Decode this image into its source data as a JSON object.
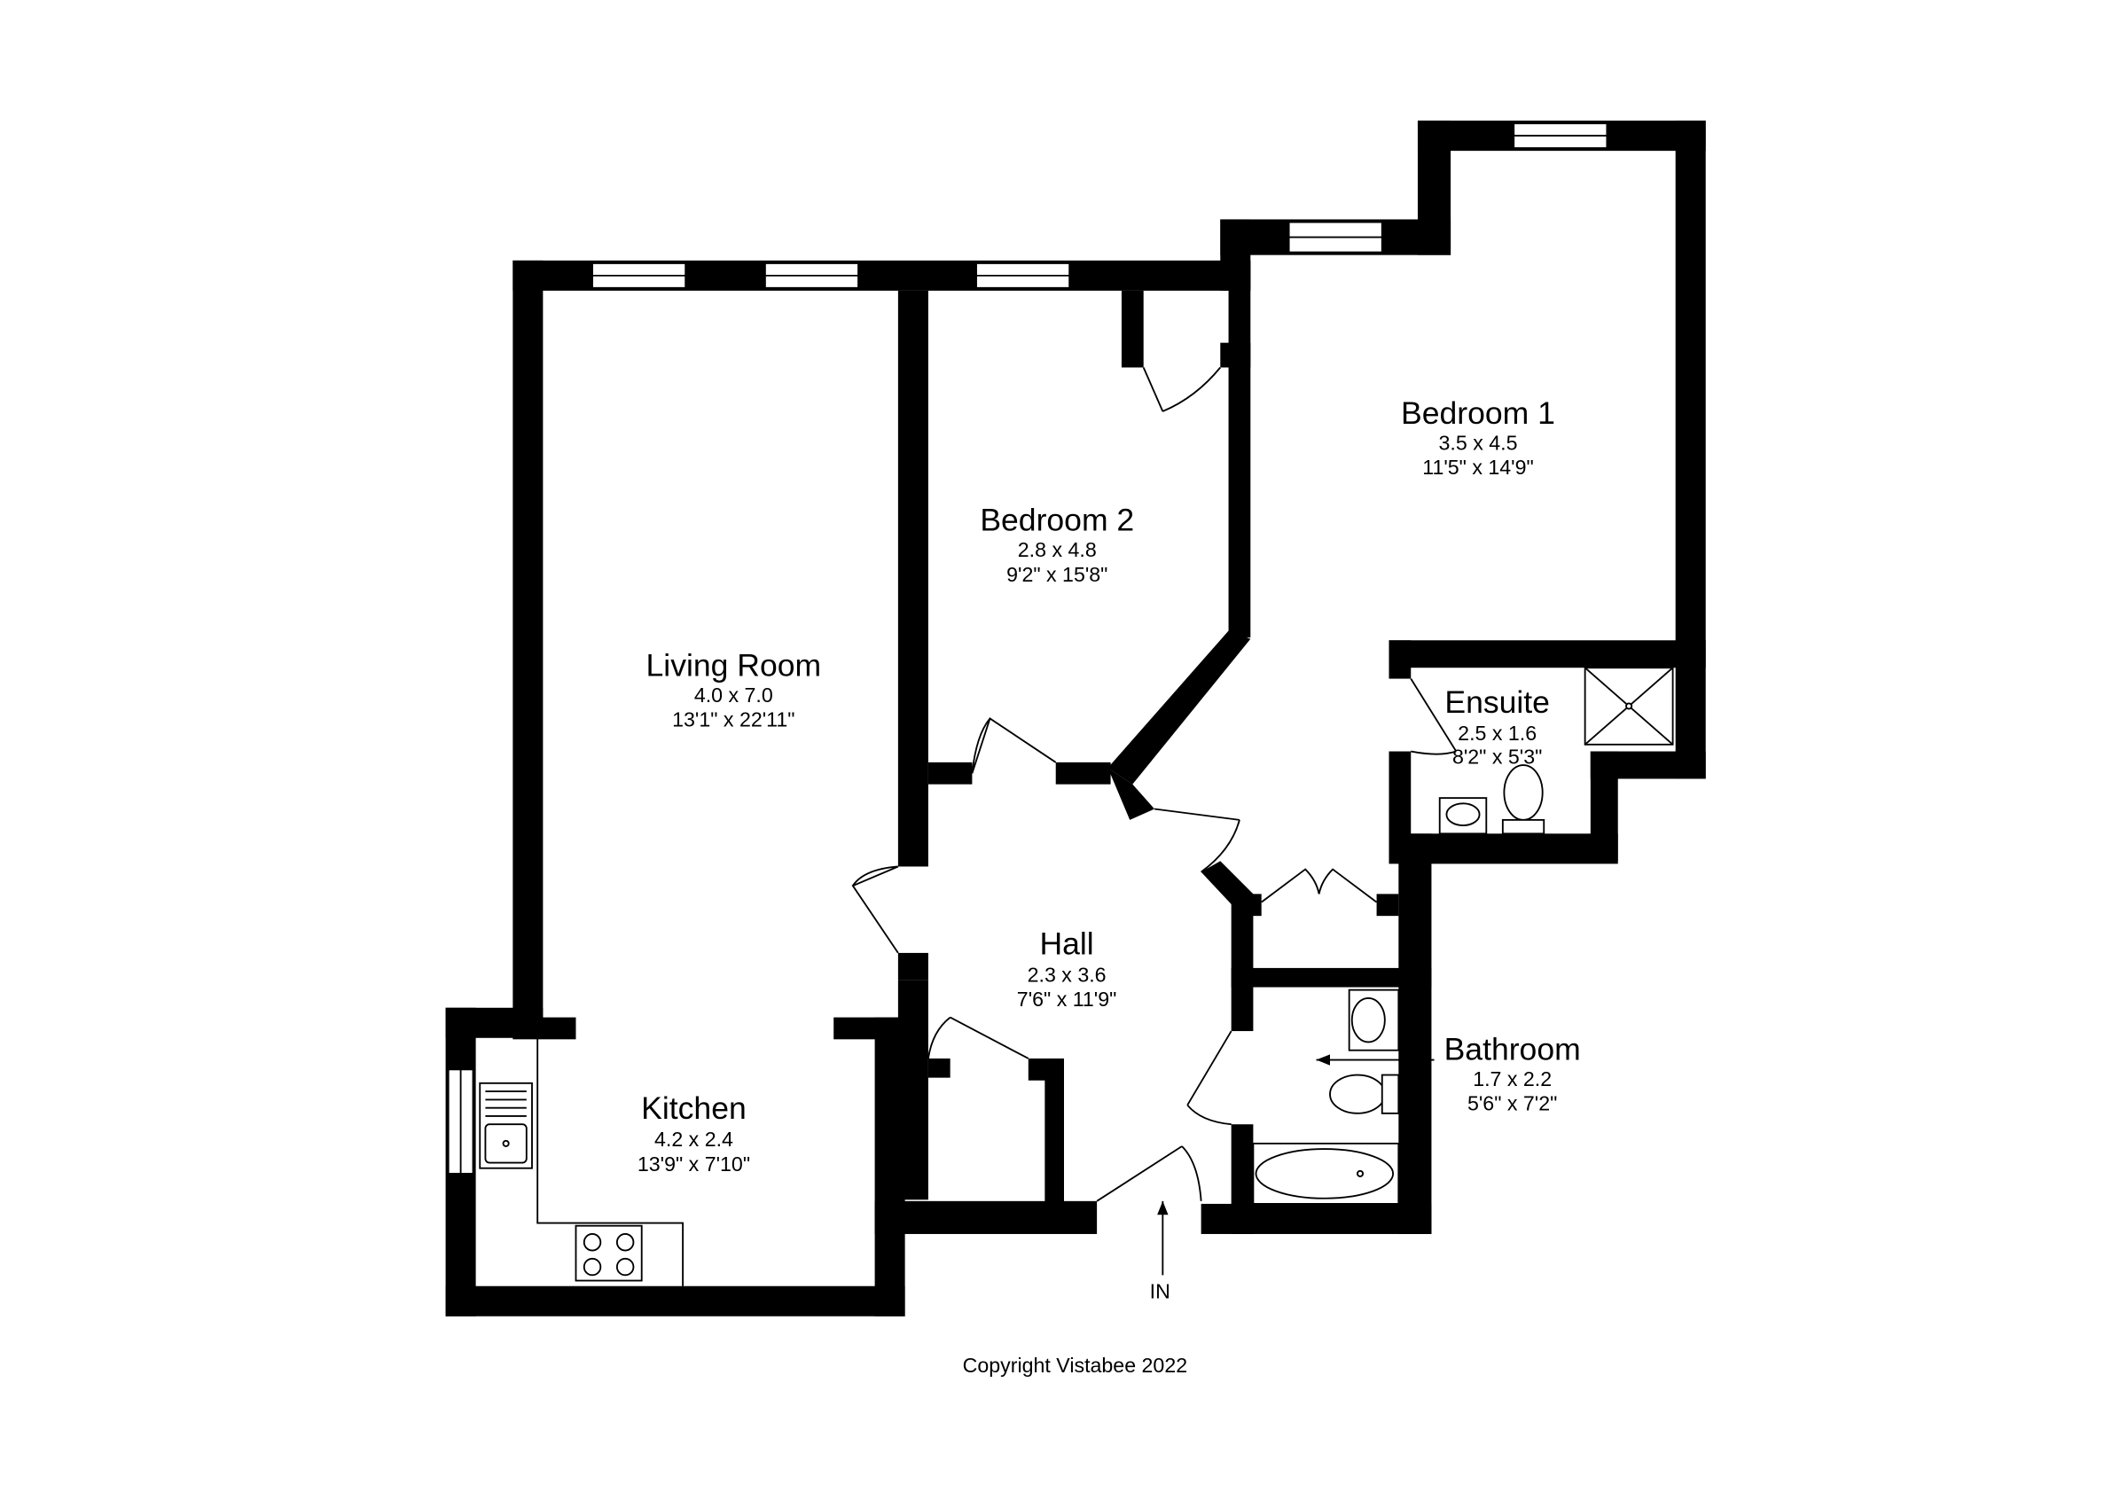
{
  "rooms": {
    "living_room": {
      "name": "Living Room",
      "metric": "4.0 x 7.0",
      "imperial": "13'1\" x 22'11\""
    },
    "bedroom_2": {
      "name": "Bedroom 2",
      "metric": "2.8 x 4.8",
      "imperial": "9'2\" x 15'8\""
    },
    "bedroom_1": {
      "name": "Bedroom 1",
      "metric": "3.5 x 4.5",
      "imperial": "11'5\" x 14'9\""
    },
    "ensuite": {
      "name": "Ensuite",
      "metric": "2.5 x 1.6",
      "imperial": "8'2\" x 5'3\""
    },
    "hall": {
      "name": "Hall",
      "metric": "2.3 x 3.6",
      "imperial": "7'6\" x 11'9\""
    },
    "bathroom": {
      "name": "Bathroom",
      "metric": "1.7 x 2.2",
      "imperial": "5'6\" x 7'2\""
    },
    "kitchen": {
      "name": "Kitchen",
      "metric": "4.2 x 2.4",
      "imperial": "13'9\" x 7'10\""
    }
  },
  "entrance_label": "IN",
  "copyright": "Copyright Vistabee 2022",
  "colors": {
    "wall": "#000000",
    "background": "#ffffff"
  }
}
